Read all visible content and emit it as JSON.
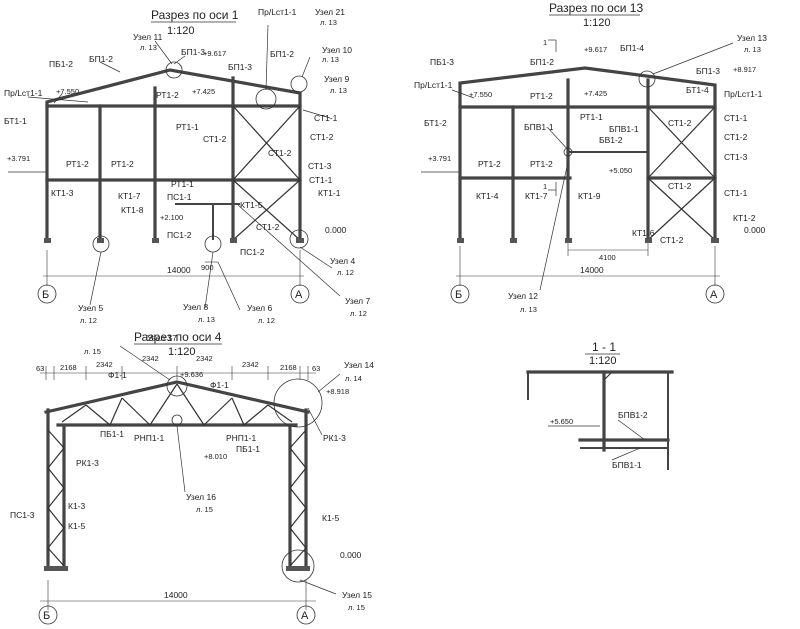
{
  "sec1": {
    "title": "Разрез по оси 1",
    "scale": "1:120",
    "labels": {
      "uzel11": "Узел 11",
      "l13a": "л. 13",
      "bp12": "БП1-2",
      "bp13a": "БП1-3",
      "el9617": "+9.617",
      "prlst": "Пр/Lст1-1",
      "uzel21": "Узел 21",
      "l13b": "л. 13",
      "bp13b": "БП1-3",
      "bp12b": "БП1-2",
      "uzel10": "Узел 10",
      "l13c": "л. 13",
      "pb12": "ПБ1-2",
      "prlst2": "Пр/Lст1-1",
      "el7550": "+7.550",
      "rt12a": "РТ1-2",
      "el7425": "+7.425",
      "uzel9": "Узел 9",
      "l13d": "л. 13",
      "bt11": "БТ1-1",
      "rt11": "РТ1-1",
      "st12a": "СТ1-2",
      "st11a": "СТ1-1",
      "st12b": "СТ1-2",
      "el3791": "+3.791",
      "rt12b": "РТ1-2",
      "rt12c": "РТ1-2",
      "st12c": "СТ1-2",
      "st13": "СТ1-3",
      "rt11b": "РТ1-1",
      "st11b": "СТ1-1",
      "kt13": "КТ1-3",
      "kt17": "КТ1-7",
      "ps11": "ПС1-1",
      "kt15": "КТ1-5",
      "kt11": "КТ1-1",
      "kt18": "КТ1-8",
      "el2100": "+2.100",
      "st12d": "СТ1-2",
      "ps12a": "ПС1-2",
      "ps12b": "ПС1-2",
      "el0000": "0.000",
      "dim900": "900",
      "dim14000": "14000",
      "uzel4": "Узел 4",
      "l12a": "л. 12",
      "axisB": "Б",
      "axisA": "А",
      "uzel5": "Узел 5",
      "l12b": "л. 12",
      "uzel8": "Узел 8",
      "l13e": "л. 13",
      "uzel6": "Узел 6",
      "l12c": "л. 12",
      "uzel7": "Узел 7",
      "l12d": "л. 12"
    }
  },
  "sec13": {
    "title": "Разрез по оси 13",
    "scale": "1:120",
    "labels": {
      "cut1": "1",
      "el9617": "+9.617",
      "bp14": "БП1-4",
      "bp12": "БП1-2",
      "uzel13": "Узел 13",
      "l13a": "л. 13",
      "pb13": "ПБ1-3",
      "bp13": "БП1-3",
      "el8917": "+8.917",
      "prlst": "Пр/Lст1-1",
      "el7550": "+7.550",
      "rt12a": "РТ1-2",
      "el7425": "+7.425",
      "bt14": "БТ1-4",
      "prlst2": "Пр/Lст1-1",
      "bt12": "БТ1-2",
      "rt11": "РТ1-1",
      "st12a": "СТ1-2",
      "st11a": "СТ1-1",
      "bpv11": "БПВ1-1",
      "bpv11b": "БПВ1-1",
      "bv12": "БВ1-2",
      "st12b": "СТ1-2",
      "el3791": "+3.791",
      "rt12b": "РТ1-2",
      "rt12c": "РТ1-2",
      "st13": "СТ1-3",
      "el5050": "+5.050",
      "cut1b": "1",
      "st12c": "СТ1-2",
      "st11b": "СТ1-1",
      "kt14": "КТ1-4",
      "kt17": "КТ1-7",
      "kt19": "КТ1-9",
      "kt16": "КТ1-6",
      "kt12": "КТ1-2",
      "el0000": "0.000",
      "st12d": "СТ1-2",
      "dim4100": "4100",
      "dim14000": "14000",
      "axisB": "Б",
      "axisA": "А",
      "uzel12": "Узел 12",
      "l13b": "л. 13"
    }
  },
  "sec4": {
    "title": "Разрез по оси 4",
    "scale": "1:120",
    "labels": {
      "uzel17": "Узел 17",
      "l15a": "л. 15",
      "d63a": "63",
      "d2168a": "2168",
      "d2342a": "2342",
      "d2342b": "2342",
      "d2342c": "2342",
      "d2342d": "2342",
      "d2168b": "2168",
      "d63b": "63",
      "uzel14": "Узел 14",
      "l14": "л. 14",
      "el9636": "+9.636",
      "f11a": "Ф1-1",
      "f11b": "Ф1-1",
      "el8918": "+8.918",
      "pb11a": "ПБ1-1",
      "rnp11a": "РНП1-1",
      "rnp11b": "РНП1-1",
      "pb11b": "ПБ1-1",
      "el8010": "+8.010",
      "rk13a": "РК1-3",
      "rk13b": "РК1-3",
      "uzel16": "Узел 16",
      "l15b": "л. 15",
      "ps13": "ПС1-3",
      "k13": "К1-3",
      "k15a": "К1-5",
      "k15b": "К1-5",
      "el0000": "0.000",
      "dim14000": "14000",
      "axisB": "Б",
      "axisA": "А",
      "uzel15": "Узел 15",
      "l15c": "л. 15"
    }
  },
  "cut11": {
    "title": "1 - 1",
    "scale": "1:120",
    "labels": {
      "el5650": "+5.650",
      "bpv12": "БПВ1-2",
      "bpv11": "БПВ1-1"
    }
  }
}
